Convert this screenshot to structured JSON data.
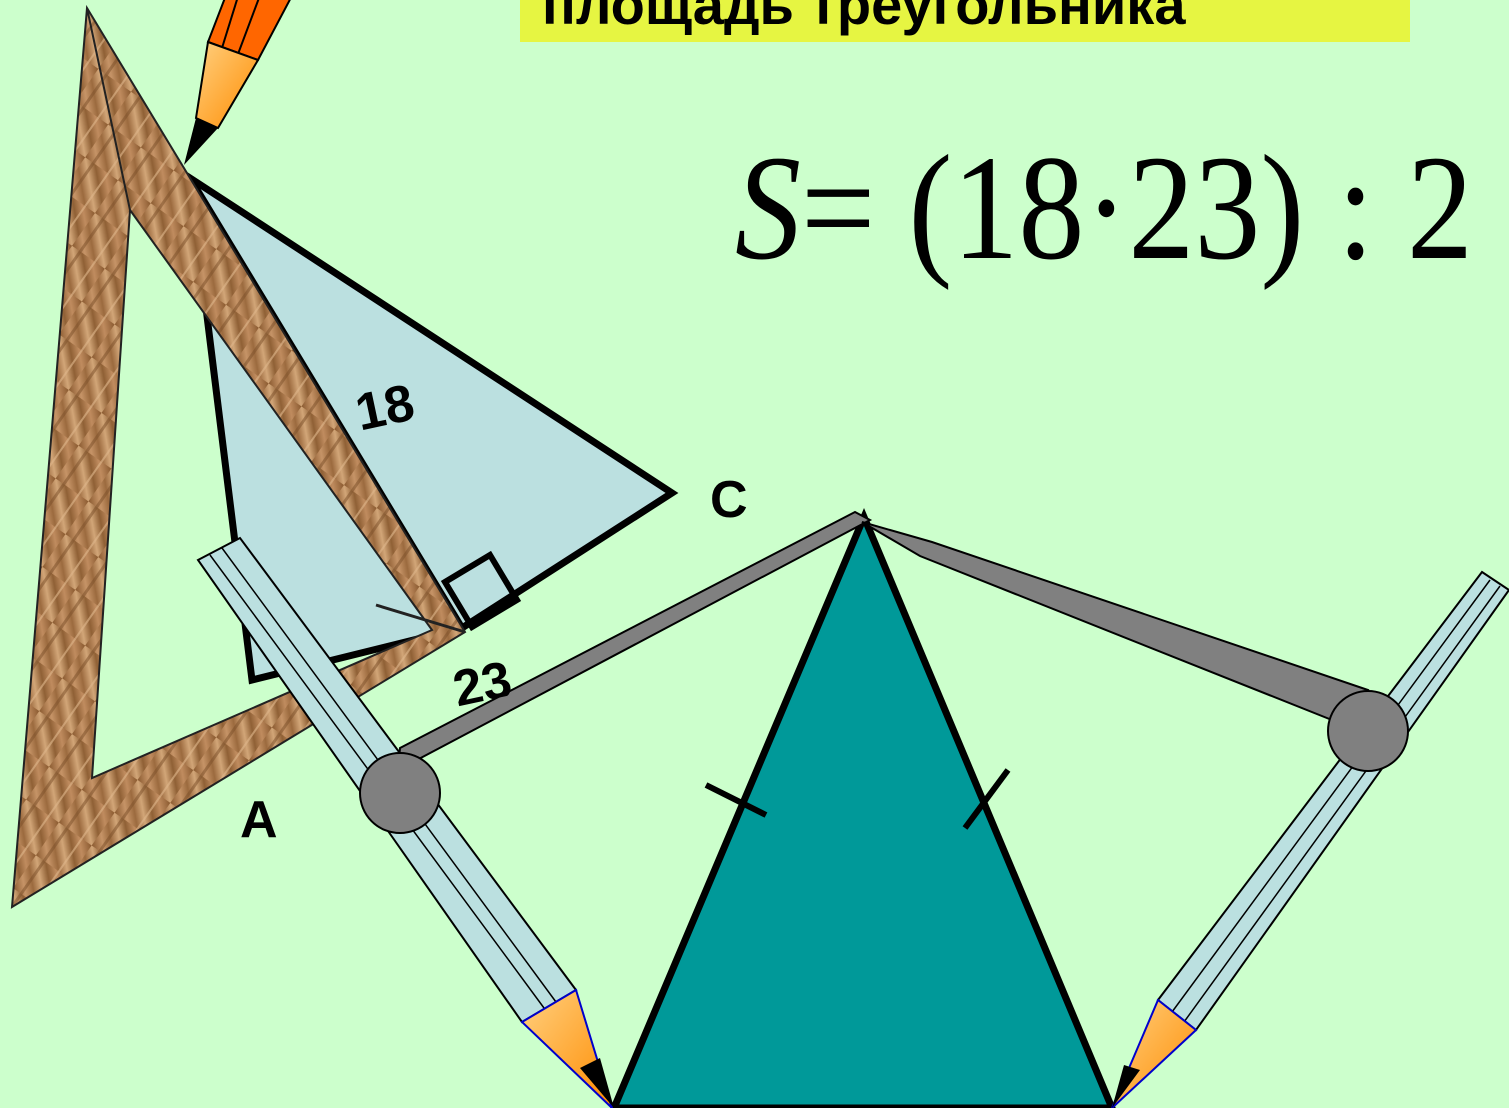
{
  "title": "площадь треугольника",
  "formula": {
    "variable": "S",
    "expression": "= (18·23) : 2 ="
  },
  "labels": {
    "side_height": "18",
    "side_base": "23",
    "vertex_c": "C",
    "vertex_a": "A"
  },
  "colors": {
    "background": "#ccffcc",
    "title_band": "#e6f542",
    "right_triangle_fill": "#bbe0e0",
    "isosceles_fill": "#009999",
    "ruler_wood": "#a87a50",
    "compass_legs": "#bbe0e0",
    "compass_arm": "#808080",
    "pencil_body": "#ff6600",
    "pencil_tip": "#ffaa33"
  },
  "icons": [
    "set-square-icon",
    "pencil-icon",
    "compass-icon"
  ]
}
